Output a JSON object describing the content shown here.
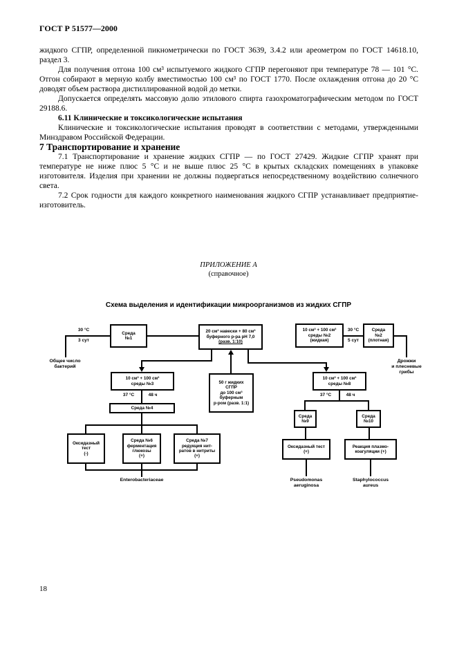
{
  "page": {
    "header": "ГОСТ Р 51577—2000",
    "page_number": "18"
  },
  "body": {
    "para_continuation": "жидкого СГПР, определенной пикнометрически по ГОСТ 3639, 3.4.2 или ареометром по ГОСТ 14618.10, раздел 3.",
    "para_distillation": "Для получения отгона 100 см³ испытуемого жидкого СГПР перегоняют при температуре 78 — 101 °С. Отгон собирают в мерную колбу вместимостью 100 см³ по ГОСТ 1770. После охлаждения отгона до 20 °С доводят объем раствора дистиллированной водой до метки.",
    "para_chromatography": "Допускается определять массовую долю этилового спирта газохроматографическим методом по ГОСТ 29188.6.",
    "heading_6_11": "6.11 Клинические и токсикологические испытания",
    "para_clinical": "Клинические и токсикологические испытания проводят в соответствии с методами, утвержденными Минздравом Российской Федерации.",
    "heading_7": "7  Транспортирование и хранение",
    "para_7_1": "7.1 Транспортирование и хранение жидких СГПР — по ГОСТ 27429. Жидкие СГПР хранят при температуре не ниже плюс 5 °С и не выше плюс 25 °С в крытых складских помещениях в упаковке изготовителя. Изделия при хранении не должны подвергаться непосредственному воздействию солнечного света.",
    "para_7_2": "7.2 Срок годности для каждого конкретного наименования жидкого СГПР устанавливает предприятие-изготовитель."
  },
  "appendix": {
    "title": "ПРИЛОЖЕНИЕ А",
    "subtitle": "(справочное)"
  },
  "diagram": {
    "title": "Схема выделения и идентификации микроорганизмов из жидких СГПР",
    "nodes": {
      "medium1": "Среда\n№1",
      "sample_main": "20 см³ навески + 80 см³\nбуферного р-ра pH 7,0",
      "sample_dilution": "(разв. 1:10)",
      "medium2_liquid": "10 см³ + 100 см³\nсреды №2\n(жидкая)",
      "medium2_solid": "Среда\n№2\n(плотная)",
      "medium3": "10 см³ + 100 см³\nсреды №3",
      "medium4": "Среда №4",
      "sample50": "50 г жидких\nСГПР\nдо 100 см³\nбуферным\nр-ром (разв. 1:1)",
      "oxidase_neg": "Оксидазный\nтест\n(-)",
      "medium6": "Среда №6\nферментация\nглюкозы\n(+)",
      "medium7": "Среда №7\nредукция нит-\nратов в нитриты\n(+)",
      "medium8": "10 см³ + 100 см³\nсреды №8",
      "medium9": "Среда\n№9",
      "medium10": "Среда\n№10",
      "oxidase_pos": "Оксидазный тест\n(+)",
      "plasma": "Реакция плазмо-\nкоагуляции (+)"
    },
    "labels": {
      "temp30": "30 °C",
      "days3": "3 сут",
      "days5": "5 сут",
      "temp37": "37 °C",
      "hours48": "48 ч",
      "total_bacteria": "Общее число\nбактерий",
      "yeasts": "Дрожжи\nи плесневые\nгрибы",
      "entero": "Enterobacteriaceae",
      "pseudomonas": "Pseudomonas\naeruginosa",
      "staph": "Staphylococcus\naureus"
    }
  }
}
